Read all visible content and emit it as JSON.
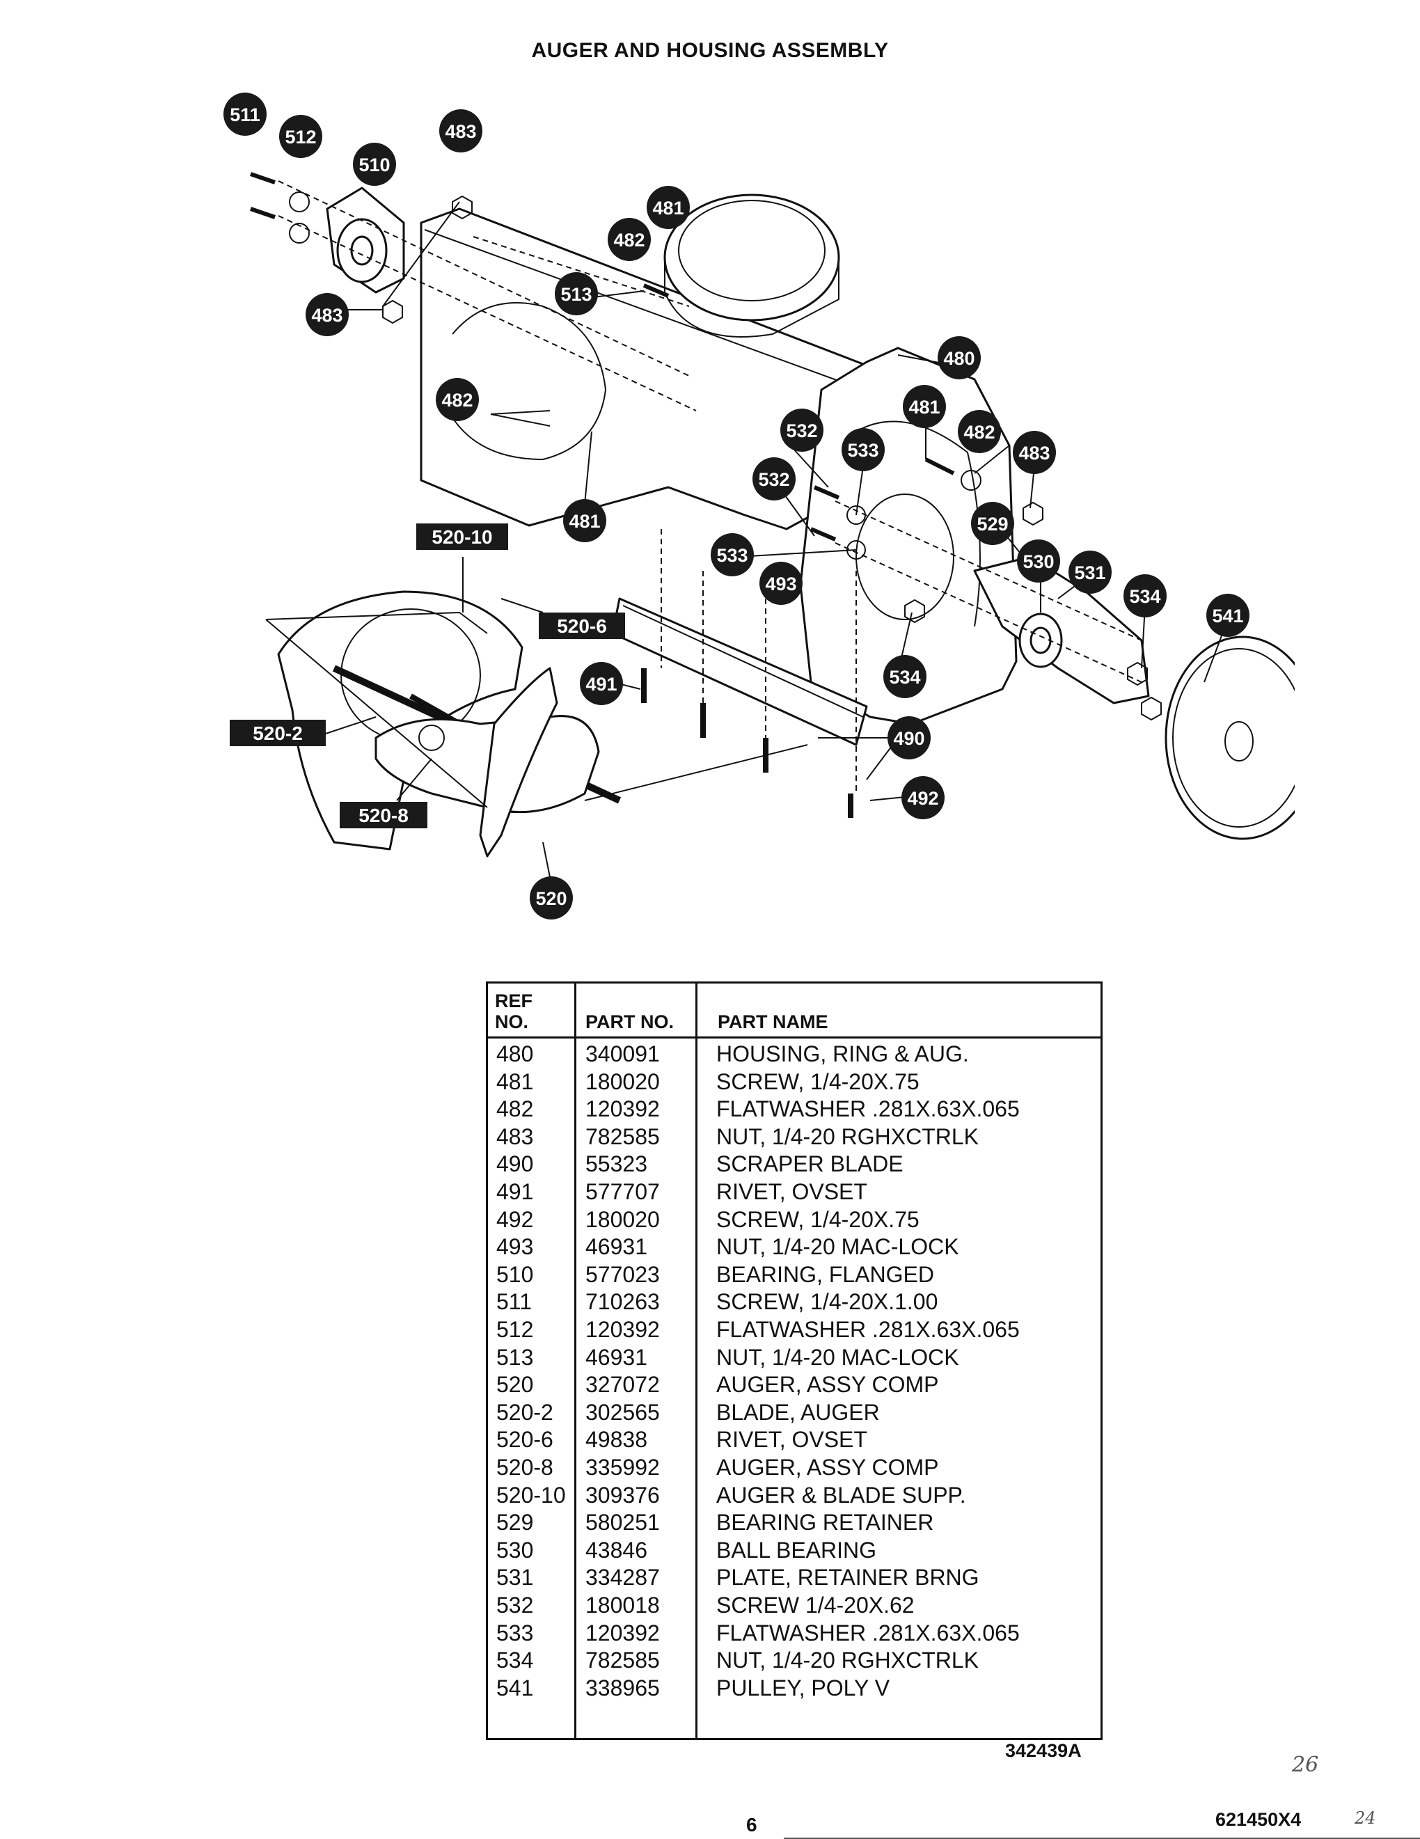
{
  "page": {
    "title": "AUGER AND HOUSING ASSEMBLY",
    "drawing_number": "342439A",
    "page_number": "6",
    "document_number": "621450X4",
    "handwritten_mark_1": "26",
    "handwritten_mark_2": "24"
  },
  "callouts": {
    "c511": "511",
    "c512": "512",
    "c510": "510",
    "c483a": "483",
    "c481a": "481",
    "c482a": "482",
    "c513": "513",
    "c483b": "483",
    "c480": "480",
    "c482b": "482",
    "c481b": "481",
    "c532a": "532",
    "c533a": "533",
    "c482c": "482",
    "c483c": "483",
    "c532b": "532",
    "c481c": "481",
    "c529": "529",
    "c533b": "533",
    "c493": "493",
    "c530": "530",
    "c531": "531",
    "c534a": "534",
    "c541": "541",
    "c534b": "534",
    "c491": "491",
    "c490": "490",
    "c492": "492",
    "c520": "520",
    "c520_10": "520-10",
    "c520_6": "520-6",
    "c520_2": "520-2",
    "c520_8": "520-8"
  },
  "parts_table": {
    "headers": {
      "ref_line1": "REF",
      "ref_line2": "NO.",
      "part_no": "PART NO.",
      "part_name": "PART NAME"
    },
    "rows": [
      {
        "ref": "480",
        "part": "340091",
        "name": "HOUSING, RING & AUG."
      },
      {
        "ref": "481",
        "part": "180020",
        "name": "SCREW, 1/4-20X.75"
      },
      {
        "ref": "482",
        "part": "120392",
        "name": "FLATWASHER .281X.63X.065"
      },
      {
        "ref": "483",
        "part": "782585",
        "name": "NUT, 1/4-20 RGHXCTRLK"
      },
      {
        "ref": "490",
        "part": "55323",
        "name": "SCRAPER BLADE"
      },
      {
        "ref": "491",
        "part": "577707",
        "name": "RIVET, OVSET"
      },
      {
        "ref": "492",
        "part": "180020",
        "name": "SCREW, 1/4-20X.75"
      },
      {
        "ref": "493",
        "part": "46931",
        "name": "NUT, 1/4-20 MAC-LOCK"
      },
      {
        "ref": "510",
        "part": "577023",
        "name": "BEARING, FLANGED"
      },
      {
        "ref": "511",
        "part": "710263",
        "name": "SCREW, 1/4-20X.1.00"
      },
      {
        "ref": "512",
        "part": "120392",
        "name": "FLATWASHER .281X.63X.065"
      },
      {
        "ref": "513",
        "part": "46931",
        "name": "NUT, 1/4-20 MAC-LOCK"
      },
      {
        "ref": "520",
        "part": "327072",
        "name": "AUGER, ASSY COMP"
      },
      {
        "ref": "520-2",
        "part": "302565",
        "name": "BLADE, AUGER"
      },
      {
        "ref": "520-6",
        "part": "49838",
        "name": "RIVET, OVSET"
      },
      {
        "ref": "520-8",
        "part": "335992",
        "name": "AUGER, ASSY COMP"
      },
      {
        "ref": "520-10",
        "part": "309376",
        "name": "AUGER & BLADE SUPP."
      },
      {
        "ref": "529",
        "part": "580251",
        "name": "BEARING RETAINER"
      },
      {
        "ref": "530",
        "part": "43846",
        "name": "BALL BEARING"
      },
      {
        "ref": "531",
        "part": "334287",
        "name": "PLATE, RETAINER BRNG"
      },
      {
        "ref": "532",
        "part": "180018",
        "name": "SCREW 1/4-20X.62"
      },
      {
        "ref": "533",
        "part": "120392",
        "name": "FLATWASHER .281X.63X.065"
      },
      {
        "ref": "534",
        "part": "782585",
        "name": "NUT, 1/4-20 RGHXCTRLK"
      },
      {
        "ref": "541",
        "part": "338965",
        "name": "PULLEY, POLY V"
      }
    ]
  }
}
